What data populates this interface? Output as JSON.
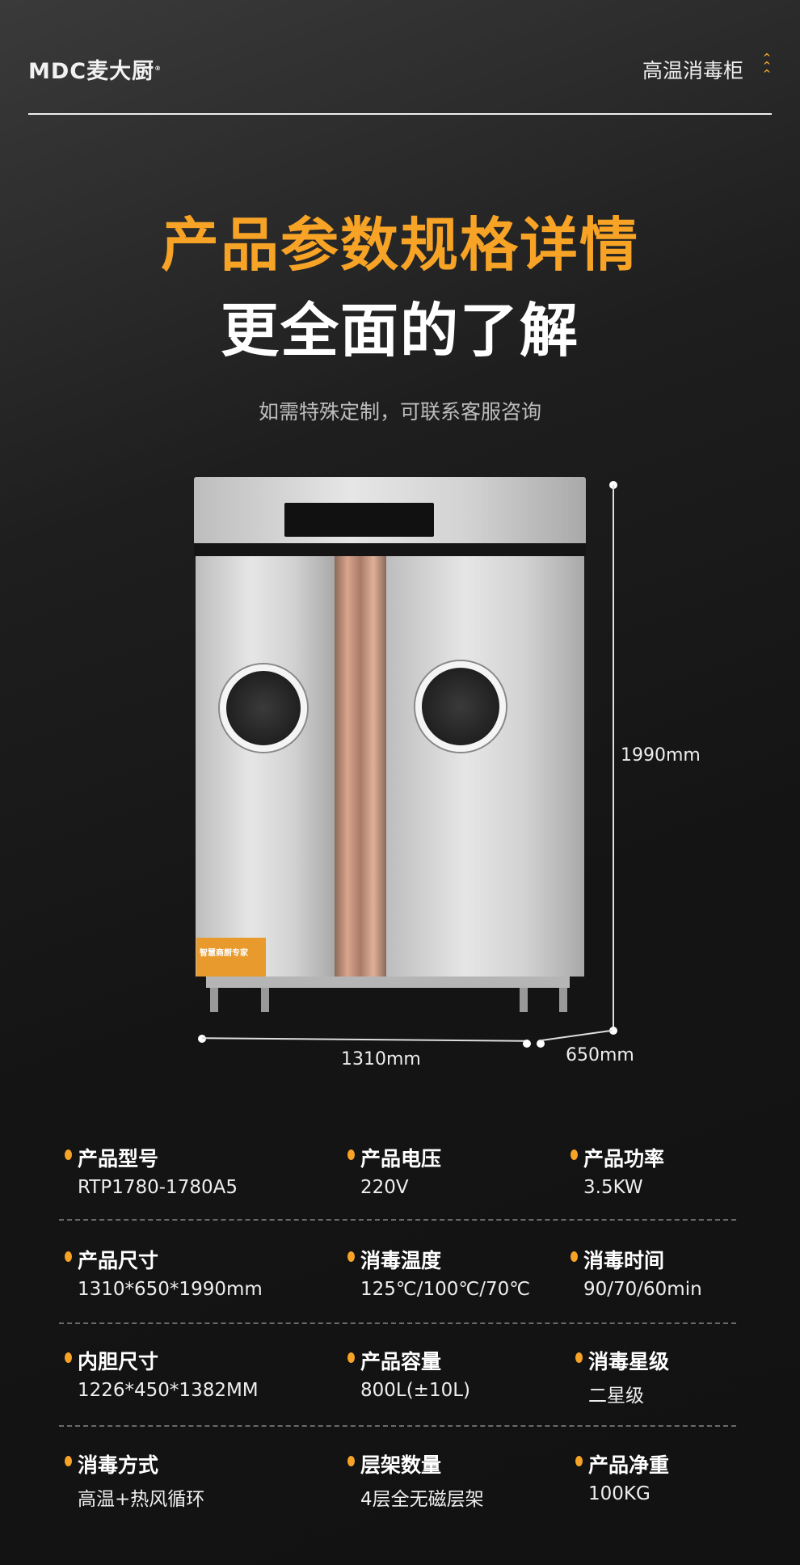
{
  "header": {
    "logo": "MDC麦大厨",
    "category": "高温消毒柜",
    "chevron_icon": "triple-chevron-up",
    "accent": "#f7a326"
  },
  "hero": {
    "title": "产品参数规格详情",
    "subtitle": "更全面的了解",
    "note": "如需特殊定制，可联系客服咨询"
  },
  "product": {
    "height": "1990mm",
    "width": "1310mm",
    "depth": "650mm",
    "badge": "智慧商厨专家"
  },
  "specs": [
    {
      "label": "产品型号",
      "value": "RTP1780-1780A5"
    },
    {
      "label": "产品电压",
      "value": "220V"
    },
    {
      "label": "产品功率",
      "value": "3.5KW"
    },
    {
      "label": "产品尺寸",
      "value": "1310*650*1990mm"
    },
    {
      "label": "消毒温度",
      "value": "125℃/100℃/70℃"
    },
    {
      "label": "消毒时间",
      "value": "90/70/60min"
    },
    {
      "label": "内胆尺寸",
      "value": "1226*450*1382MM"
    },
    {
      "label": "产品容量",
      "value": "800L(±10L)"
    },
    {
      "label": "消毒星级",
      "value": "二星级"
    },
    {
      "label": "消毒方式",
      "value": "高温+热风循环"
    },
    {
      "label": "层架数量",
      "value": "4层全无磁层架"
    },
    {
      "label": "产品净重",
      "value": "100KG"
    }
  ]
}
